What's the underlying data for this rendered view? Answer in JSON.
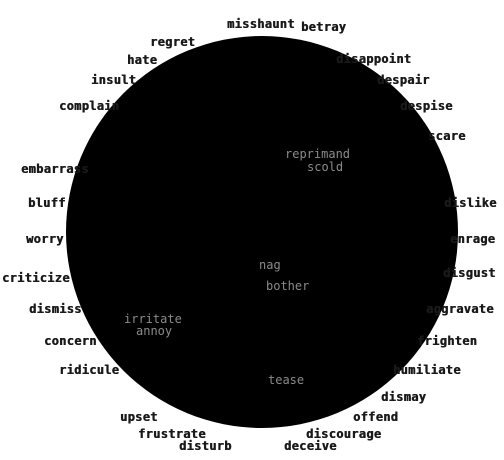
{
  "disc_color": "#000000",
  "ring_text_color": "#1a1a1a",
  "inner_text_color": "#8a8a8a",
  "outer_words": [
    "misshaunt",
    "betray",
    "regret",
    "hate",
    "disappoint",
    "despair",
    "insult",
    "complain",
    "despise",
    "scare",
    "embarrass",
    "bluff",
    "dislike",
    "worry",
    "enrage",
    "criticize",
    "disgust",
    "dismiss",
    "aggravate",
    "concern",
    "frighten",
    "ridicule",
    "humiliate",
    "dismay",
    "upset",
    "offend",
    "frustrate",
    "discourage",
    "disturb",
    "deceive"
  ],
  "inner_words": [
    "reprimand",
    "scold",
    "nag",
    "bother",
    "irritate",
    "annoy",
    "tease"
  ]
}
